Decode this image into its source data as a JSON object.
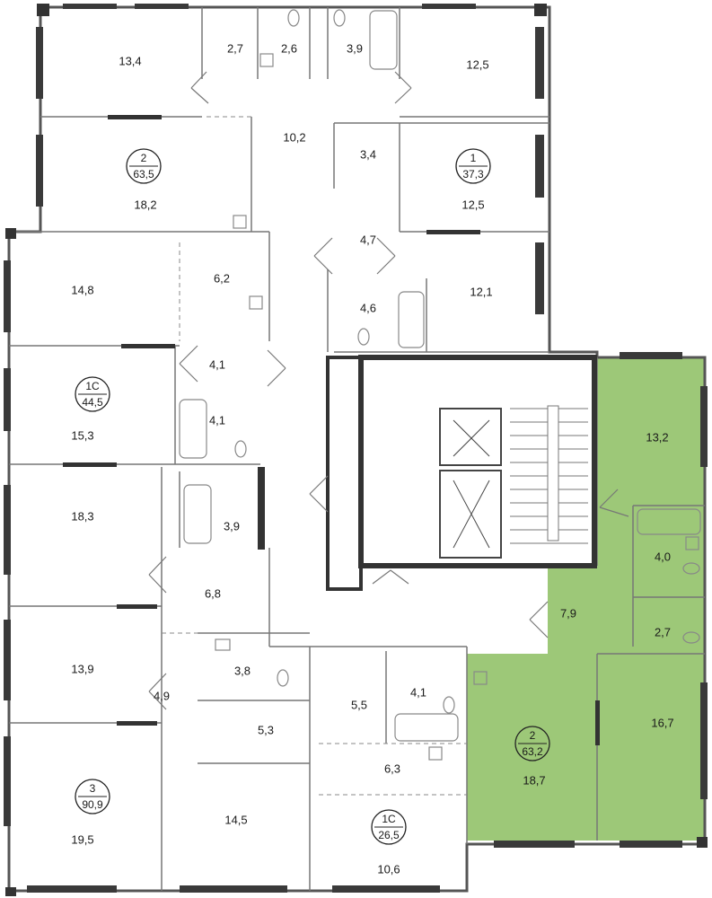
{
  "highlight_color": "#9dc878",
  "wall_color": "#555555",
  "window_color": "#3a3a3a",
  "apartments": [
    {
      "id": "apt-2-top",
      "rooms": "2",
      "area": "63,5"
    },
    {
      "id": "apt-1",
      "rooms": "1",
      "area": "37,3"
    },
    {
      "id": "apt-1c-mid",
      "rooms": "1С",
      "area": "44,5"
    },
    {
      "id": "apt-3",
      "rooms": "3",
      "area": "90,9"
    },
    {
      "id": "apt-2-green",
      "rooms": "2",
      "area": "63,2"
    },
    {
      "id": "apt-1c-bottom",
      "rooms": "1С",
      "area": "26,5"
    }
  ],
  "rooms": [
    "13,4",
    "2,7",
    "2,6",
    "3,9",
    "12,5",
    "10,2",
    "18,2",
    "3,4",
    "12,5",
    "14,8",
    "6,2",
    "4,7",
    "4,6",
    "12,1",
    "4,1",
    "4,1",
    "15,3",
    "13,2",
    "18,3",
    "3,9",
    "4,0",
    "6,8",
    "7,9",
    "2,7",
    "13,9",
    "3,8",
    "4,9",
    "5,5",
    "4,1",
    "5,3",
    "16,7",
    "6,3",
    "18,7",
    "19,5",
    "14,5",
    "10,6"
  ],
  "icons": [
    "stairs-icon",
    "elevator-icon",
    "bathtub-icon",
    "toilet-icon",
    "sink-icon",
    "door-swing-icon"
  ]
}
